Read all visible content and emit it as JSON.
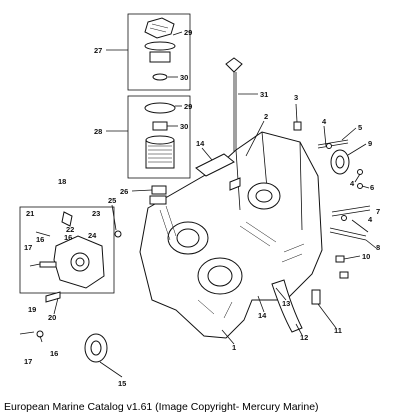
{
  "caption": "European Marine Catalog v1.61 (Image Copyright- Mercury Marine)",
  "callouts": {
    "c1": "1",
    "c2": "2",
    "c3": "3",
    "c4a": "4",
    "c4b": "4",
    "c5": "5",
    "c6": "6",
    "c7": "7",
    "c8": "8",
    "c9": "9",
    "c10": "10",
    "c11": "11",
    "c12": "12",
    "c13": "13",
    "c14a": "14",
    "c14b": "14",
    "c15": "15",
    "c16a": "16",
    "c16b": "16",
    "c17a": "17",
    "c17b": "17",
    "c18": "18",
    "c19": "19",
    "c20": "20",
    "c21": "21",
    "c22": "22",
    "c23": "23",
    "c24": "24",
    "c25": "25",
    "c26": "26",
    "c27": "27",
    "c28": "28",
    "c29a": "29",
    "c29b": "29",
    "c30a": "30",
    "c30b": "30",
    "c31": "31"
  }
}
